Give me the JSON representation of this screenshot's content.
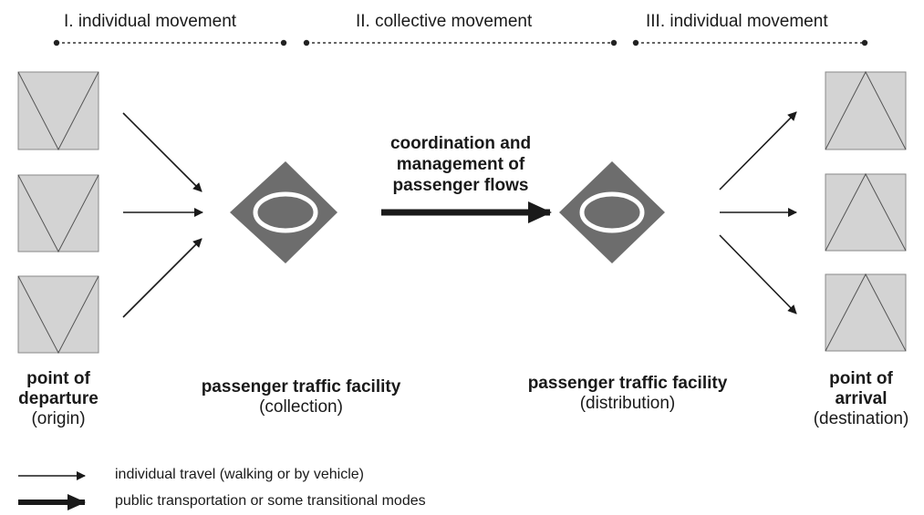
{
  "phases": [
    {
      "label": "I. individual movement"
    },
    {
      "label": "II. collective movement"
    },
    {
      "label": "III. individual movement"
    }
  ],
  "flow_label": [
    "coordination and",
    "management of",
    "passenger flows"
  ],
  "nodes": {
    "departure": {
      "title_lines": [
        "point of",
        "departure"
      ],
      "sub": "(origin)"
    },
    "collection": {
      "title": "passenger traffic facility",
      "sub": "(collection)"
    },
    "distribution": {
      "title": "passenger traffic facility",
      "sub": "(distribution)"
    },
    "arrival": {
      "title_lines": [
        "point of",
        "arrival"
      ],
      "sub": "(destination)"
    }
  },
  "legend": {
    "thin": "individual travel (walking or by vehicle)",
    "thick": "public transportation or some transitional modes"
  },
  "colors": {
    "box_fill": "#d3d3d3",
    "diamond_fill": "#6d6d6d",
    "ring": "#ffffff",
    "line": "#1a1a1a"
  }
}
